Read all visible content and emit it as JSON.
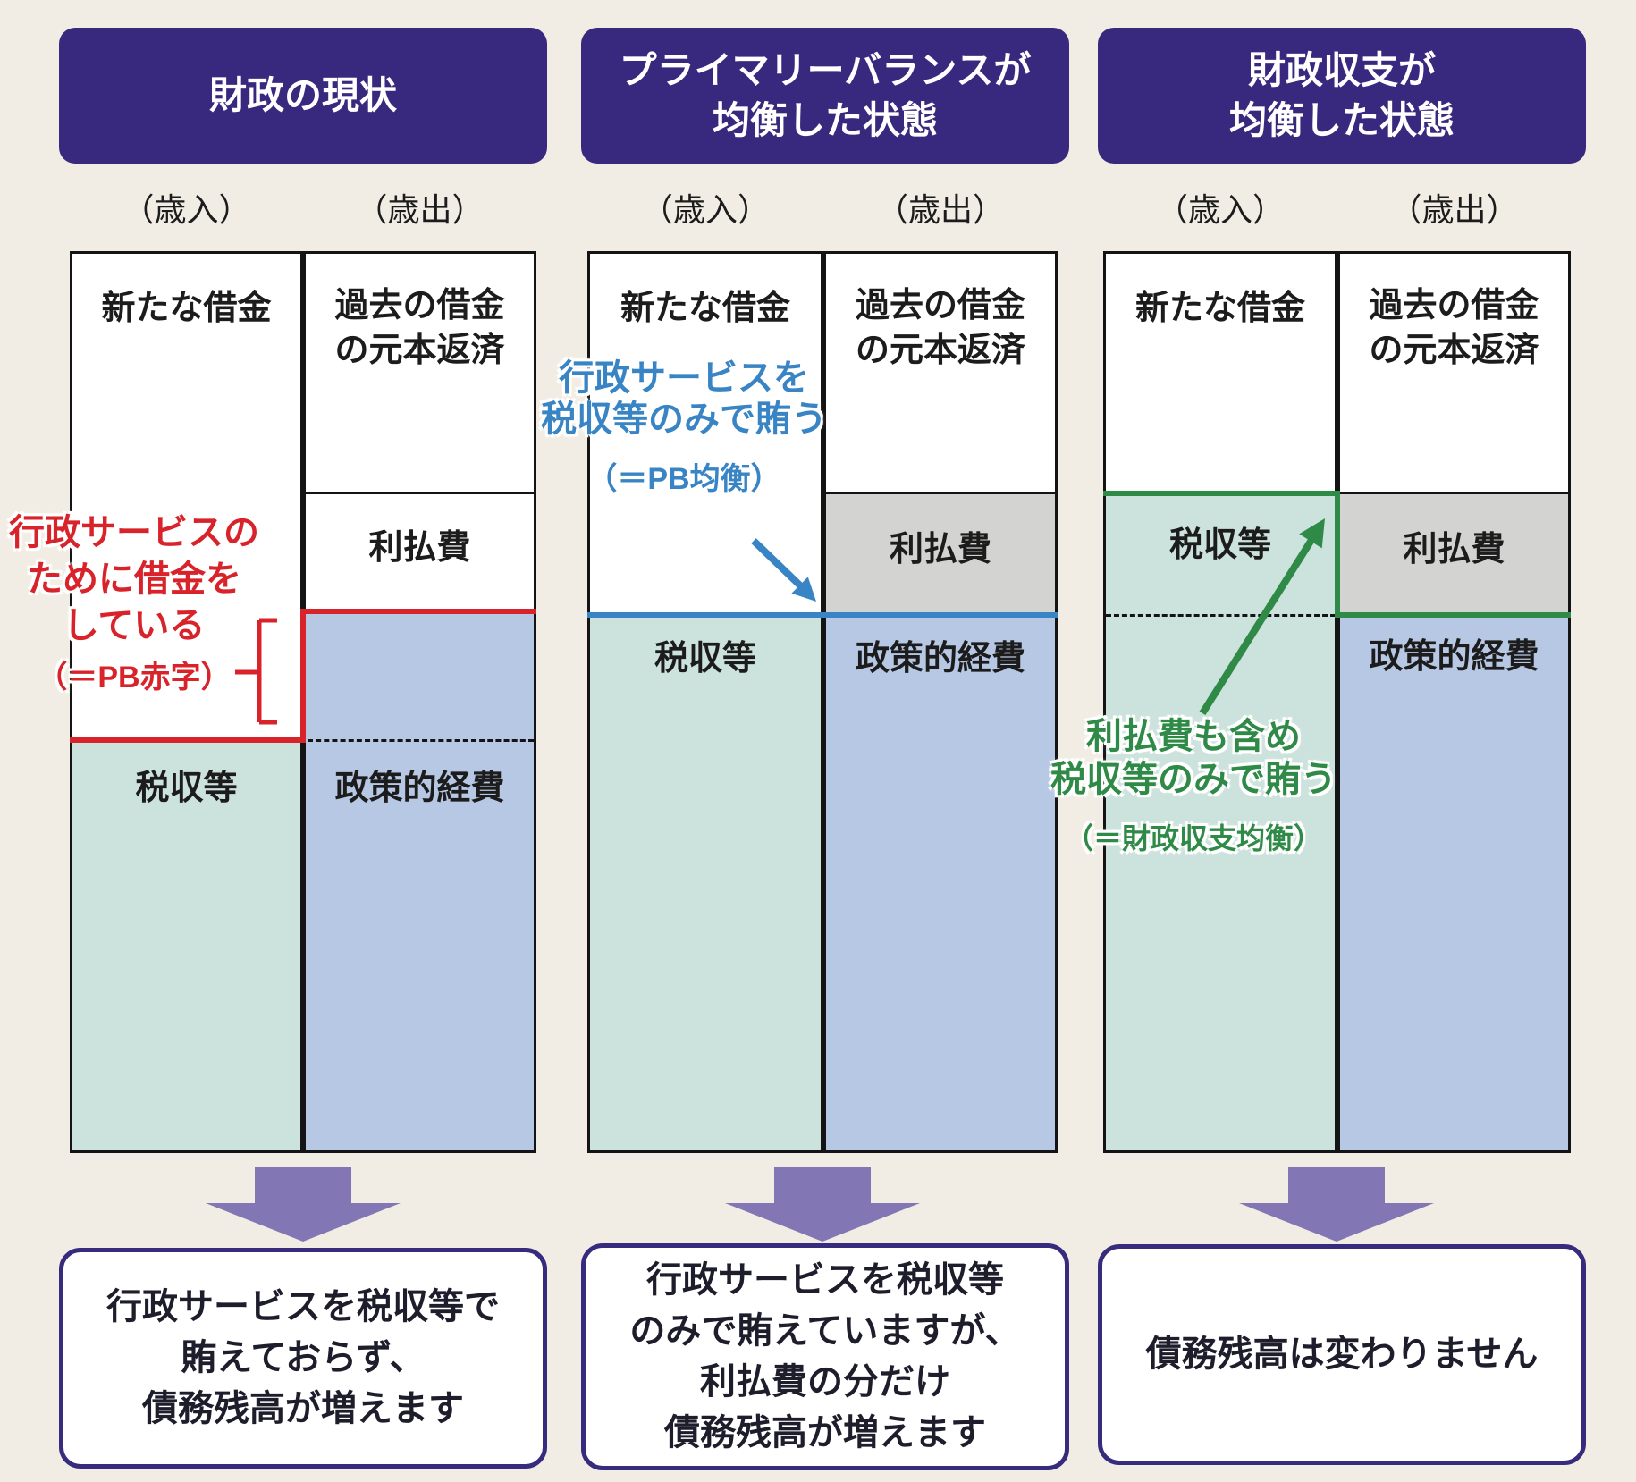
{
  "colors": {
    "background": "#F2EDE4",
    "header_bg": "#38297E",
    "header_text": "#FFFFFF",
    "bar_outline": "#141414",
    "segment_white": "#FFFFFF",
    "tax_fill": "#CCE2DC",
    "policy_fill": "#B7C8E4",
    "interest_fill": "#D3D3D1",
    "accent_red": "#D8232B",
    "accent_blue": "#3884C4",
    "accent_green": "#2F8A47",
    "big_arrow": "#8277B4",
    "box_border": "#372B7D",
    "text_dark": "#1C1C1C"
  },
  "shared": {
    "revenue_caption": "（歳入）",
    "expenditure_caption": "（歳出）",
    "new_debt": "新たな借金",
    "past_debt_l1": "過去の借金",
    "past_debt_l2": "の元本返済",
    "interest": "利払費",
    "tax": "税収等",
    "policy": "政策的経費"
  },
  "panels": [
    {
      "title_l1": "財政の現状"
    },
    {
      "title_l1": "プライマリーバランスが",
      "title_l2": "均衡した状態"
    },
    {
      "title_l1": "財政収支が",
      "title_l2": "均衡した状態"
    }
  ],
  "annotations": {
    "deficit": {
      "l1": "行政サービスの",
      "l2": "ために借金を",
      "l3": "している",
      "note": "（＝PB赤字）"
    },
    "pb_balance": {
      "l1": "行政サービスを",
      "l2": "税収等のみで賄う",
      "note": "（＝PB均衡）"
    },
    "fiscal_balance": {
      "l1": "利払費も含め",
      "l2": "税収等のみで賄う",
      "note": "（＝財政収支均衡）"
    }
  },
  "conclusions": {
    "c1": {
      "l1": "行政サービスを税収等で",
      "l2": "賄えておらず、",
      "l3": "債務残高が増えます"
    },
    "c2": {
      "l1": "行政サービスを税収等",
      "l2": "のみで賄えていますが、",
      "l3": "利払費の分だけ",
      "l4": "債務残高が増えます"
    },
    "c3": {
      "l1": "債務残高は変わりません"
    }
  }
}
